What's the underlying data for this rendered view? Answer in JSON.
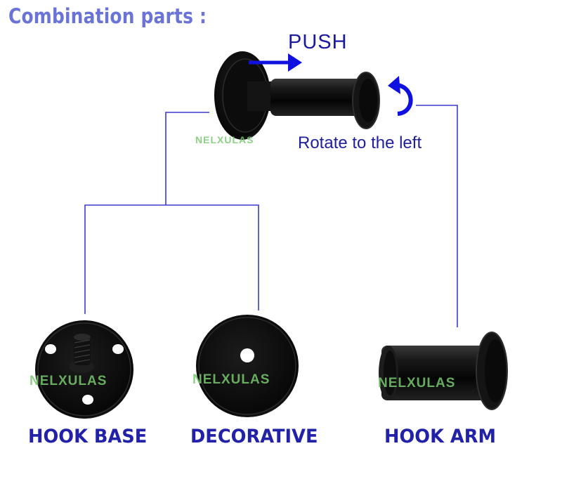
{
  "title": "Combination parts :",
  "annotations": {
    "push": "PUSH",
    "rotate": "Rotate to the left"
  },
  "watermark": "NELXULAS",
  "parts": {
    "base": "HOOK BASE",
    "decorative": "DECORATIVE",
    "arm": "HOOK ARM"
  },
  "colors": {
    "title": "#6a74d6",
    "label": "#2222a8",
    "connector": "#3a3ad0",
    "arrow": "#1010e0",
    "watermark": "#78c86e",
    "product": "#0b0b0b"
  },
  "icons": {
    "push_arrow": "arrow-right-icon",
    "rotate_arrow": "rotate-left-icon"
  }
}
